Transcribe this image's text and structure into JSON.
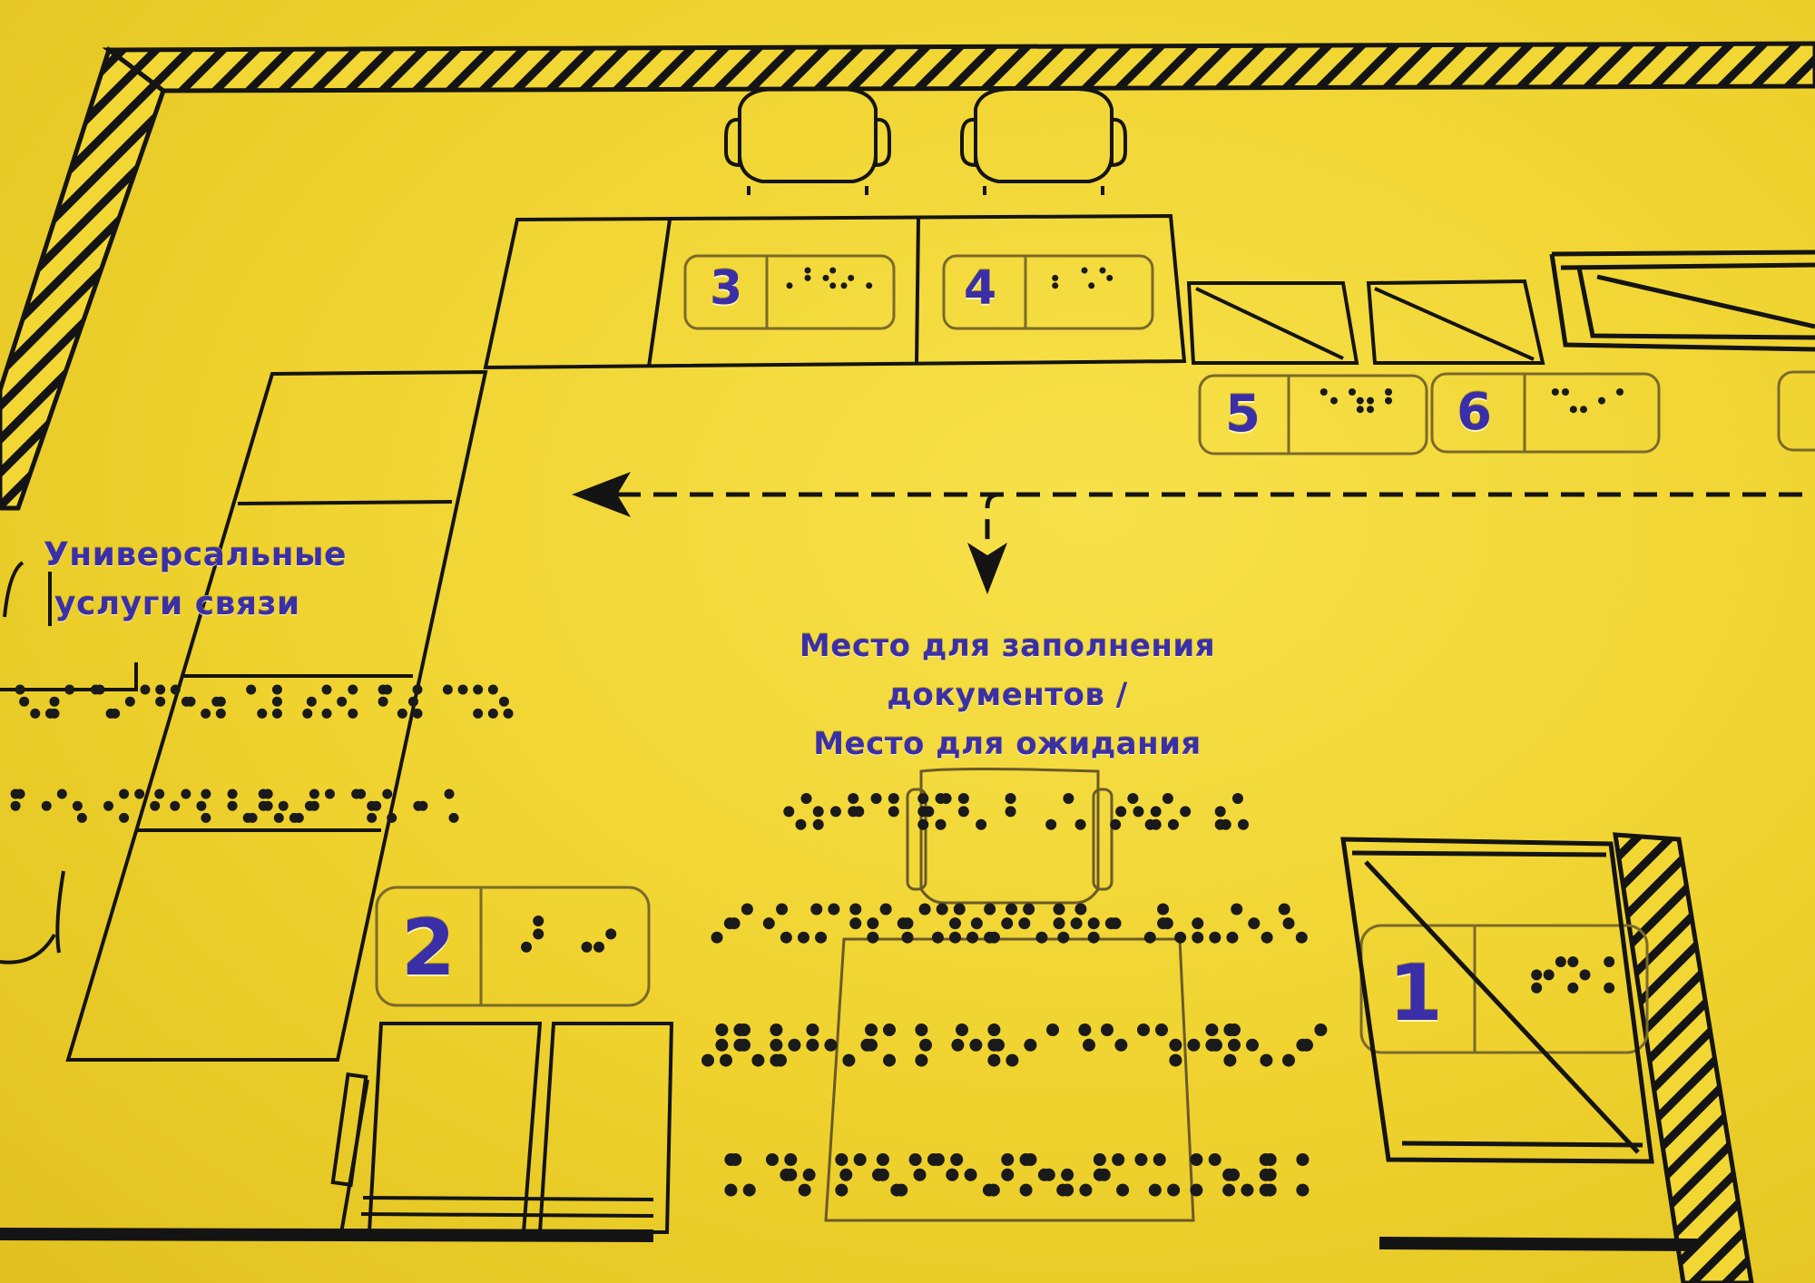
{
  "plan": {
    "room_labels": {
      "universal_services": [
        "Универсальные",
        "услуги связи"
      ],
      "filling_waiting": [
        "Место для заполнения",
        "документов /",
        "Место для ожидания"
      ]
    },
    "window_numbers": [
      "1",
      "2",
      "3",
      "4",
      "5",
      "6"
    ],
    "colors": {
      "plate": "#f2d634",
      "lines": "#141414",
      "text": "#3b2fa8",
      "braille_dots": "#1a1a1a"
    },
    "icons": [
      "armchair-icon",
      "direction-arrow-icon",
      "braille-cell-icon",
      "hatched-wall-icon",
      "door-icon"
    ]
  }
}
